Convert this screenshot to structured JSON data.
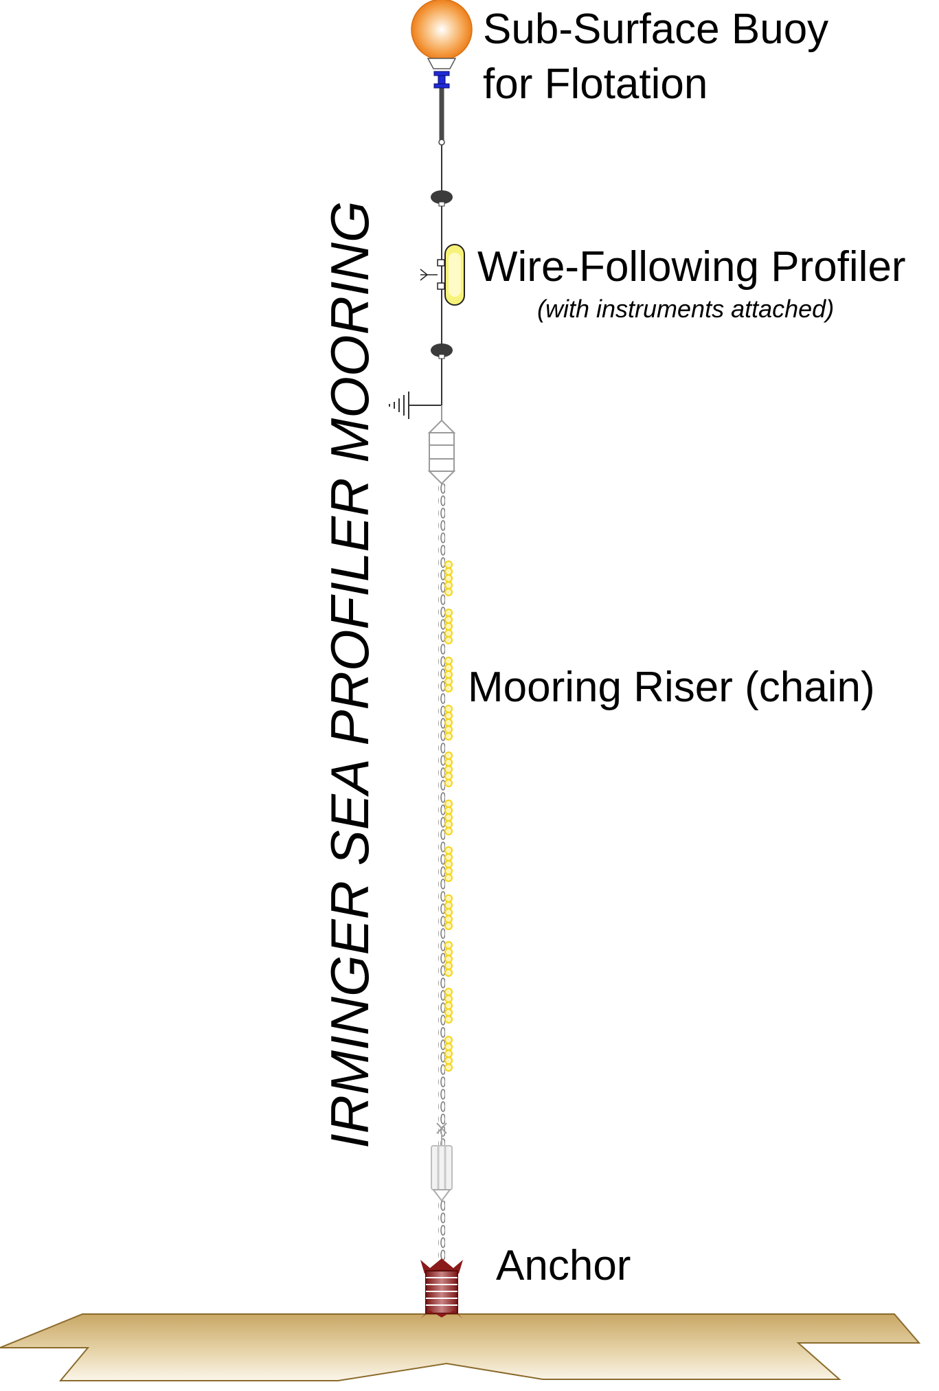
{
  "diagram": {
    "title": "IRMINGER SEA PROFILER MOORING",
    "labels": {
      "buoy_line1": "Sub-Surface Buoy",
      "buoy_line2": "for Flotation",
      "profiler": "Wire-Following Profiler",
      "profiler_note": "(with instruments attached)",
      "riser": "Mooring Riser (chain)",
      "anchor": "Anchor"
    },
    "components": [
      {
        "id": "sub-surface-buoy",
        "icon": "orange-sphere",
        "color": "#f28a1e"
      },
      {
        "id": "swivel",
        "icon": "blue-swivel",
        "color": "#1f2ad6"
      },
      {
        "id": "bumper-upper",
        "icon": "dark-ellipse"
      },
      {
        "id": "wire-following-profiler",
        "icon": "yellow-capsule",
        "color": "#f7f27a"
      },
      {
        "id": "bumper-lower",
        "icon": "dark-ellipse"
      },
      {
        "id": "acoustic-release",
        "icon": "gray-cage"
      },
      {
        "id": "glass-flotation-floats",
        "icon": "yellow-rings",
        "color": "#f5d316"
      },
      {
        "id": "lower-instrument",
        "icon": "gray-cylinder"
      },
      {
        "id": "anchor",
        "icon": "red-spool",
        "color": "#8b1a1a"
      },
      {
        "id": "seafloor",
        "icon": "tan-ground",
        "color": "#c9a766"
      }
    ]
  }
}
